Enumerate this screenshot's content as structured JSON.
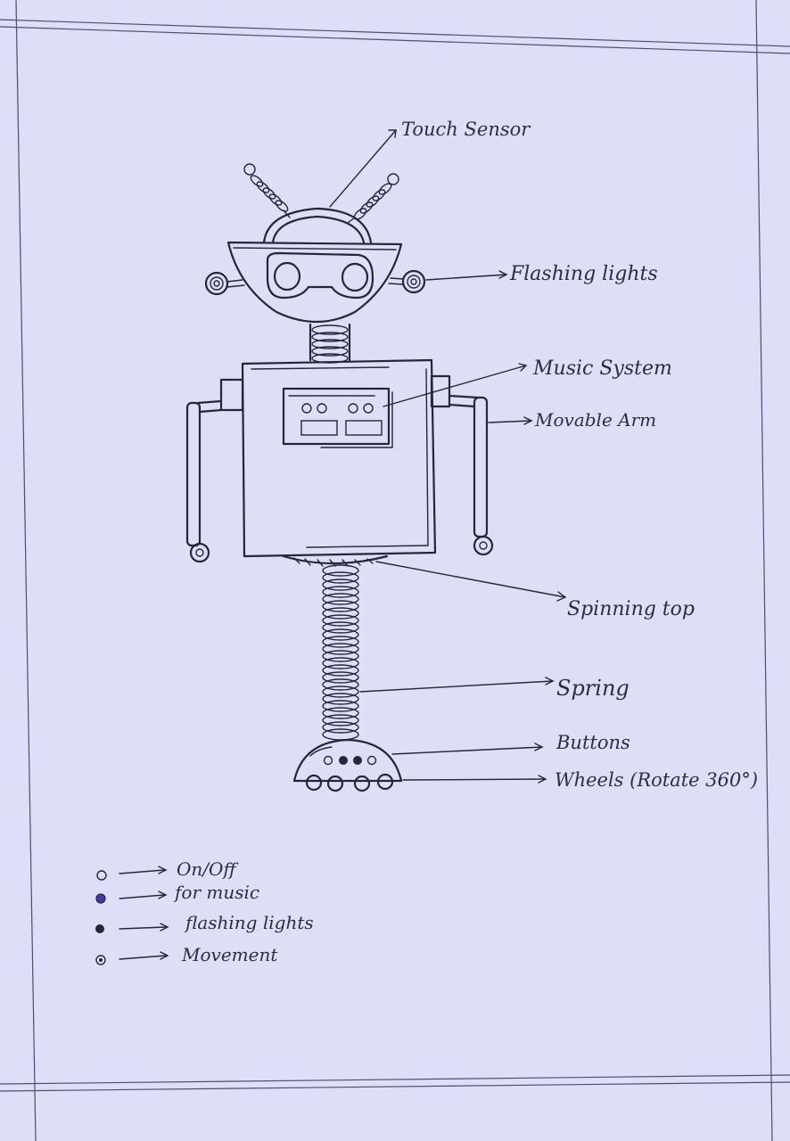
{
  "diagram": {
    "labels": {
      "touch_sensor": "Touch Sensor",
      "flashing_lights": "Flashing lights",
      "music_system": "Music System",
      "movable_arm": "Movable Arm",
      "spinning_top": "Spinning top",
      "spring": "Spring",
      "buttons": "Buttons",
      "wheels": "Wheels (Rotate 360°)"
    },
    "legend": [
      {
        "marker": "hollow-circle",
        "label": "On/Off"
      },
      {
        "marker": "blue-filled-circle",
        "label": "for music"
      },
      {
        "marker": "black-filled-circle",
        "label": "flashing lights"
      },
      {
        "marker": "dotted-circle",
        "label": "Movement"
      }
    ],
    "colors": {
      "paper": "#dcdff7",
      "ink": "#23263d",
      "blue_button": "#3a3fa8"
    }
  }
}
